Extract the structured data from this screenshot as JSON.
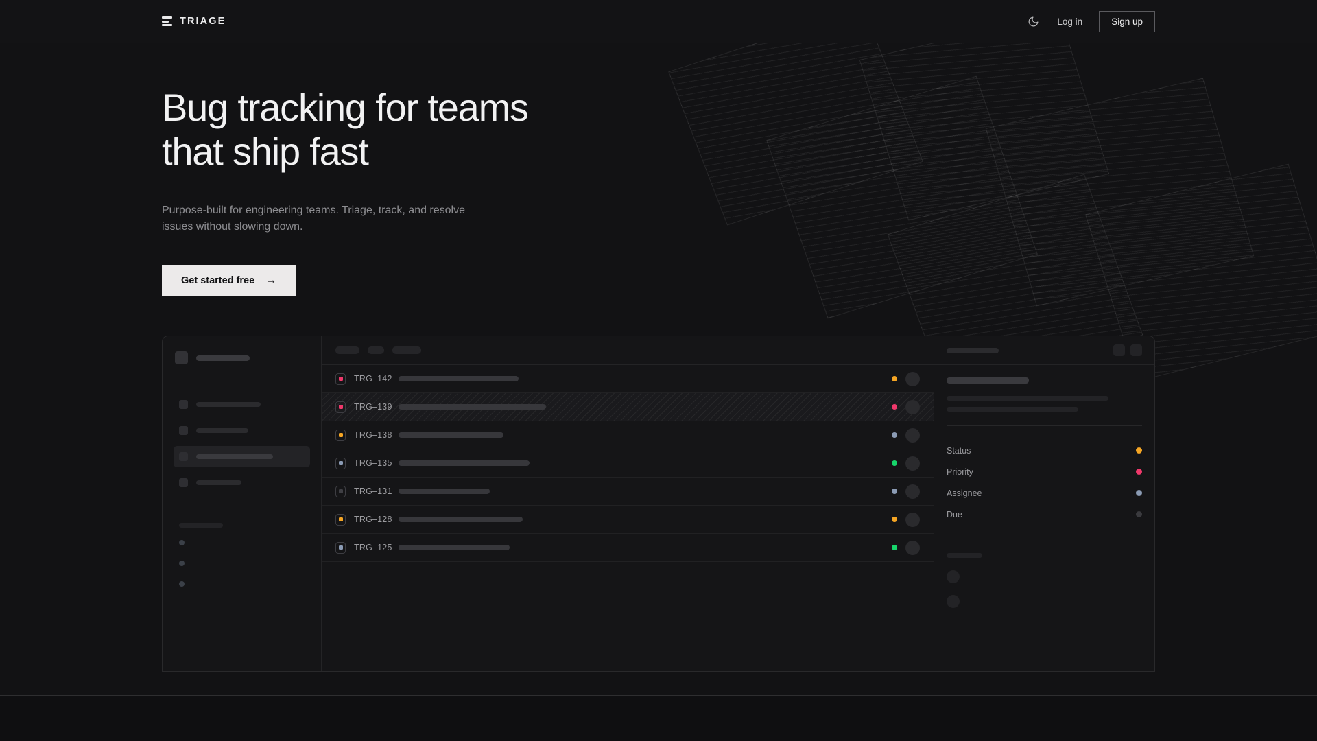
{
  "header": {
    "brand": "TRIAGE",
    "logo_icon": "stacked-bars-icon",
    "theme_toggle_icon": "moon-icon",
    "login_label": "Log in",
    "signup_label": "Sign up"
  },
  "hero": {
    "headline_line1": "Bug tracking for teams",
    "headline_line2": "that ship fast",
    "subtext": "Purpose-built for engineering teams. Triage, track, and resolve issues without slowing down.",
    "cta_label": "Get started free",
    "cta_arrow": "→"
  },
  "colors": {
    "background": "#121214",
    "surface": "#151517",
    "accent_orange": "#f5a524",
    "accent_pink": "#f0386b",
    "accent_green": "#17d56b",
    "accent_slate": "#8b9bb4",
    "accent_muted": "#3a3a3e",
    "cta_bg": "#eceaea",
    "text_primary": "#f2f2f3",
    "text_muted": "#8d8d91"
  },
  "mockup": {
    "sidebar": {
      "logo_placeholder_width": 78,
      "nav_items": [
        {
          "name": "nav-item-1",
          "width": 94,
          "active": false
        },
        {
          "name": "nav-item-2",
          "width": 76,
          "active": false
        },
        {
          "name": "nav-item-3",
          "width": 112,
          "active": true
        },
        {
          "name": "nav-item-4",
          "width": 66,
          "active": false
        }
      ],
      "section_label_width": 64,
      "mini_items": 3
    },
    "list": {
      "filter_chips": [
        35,
        24,
        42
      ],
      "rows": [
        {
          "id": "TRG–142",
          "priority_color": "#f0386b",
          "title_width": 175,
          "status_color": "#f5a524",
          "selected": false
        },
        {
          "id": "TRG–139",
          "priority_color": "#f0386b",
          "title_width": 215,
          "status_color": "#f0386b",
          "selected": true
        },
        {
          "id": "TRG–138",
          "priority_color": "#f5a524",
          "title_width": 153,
          "status_color": "#8b9bb4",
          "selected": false
        },
        {
          "id": "TRG–135",
          "priority_color": "#8b9bb4",
          "title_width": 191,
          "status_color": "#17d56b",
          "selected": false
        },
        {
          "id": "TRG–131",
          "priority_color": "#3f3f44",
          "title_width": 133,
          "status_color": "#8b9bb4",
          "selected": false
        },
        {
          "id": "TRG–128",
          "priority_color": "#f5a524",
          "title_width": 181,
          "status_color": "#f5a524",
          "selected": false
        },
        {
          "id": "TRG–125",
          "priority_color": "#8b9bb4",
          "title_width": 162,
          "status_color": "#17d56b",
          "selected": false
        }
      ]
    },
    "detail": {
      "header_placeholder_width": 76,
      "header_buttons": 2,
      "title_placeholder_width": 120,
      "desc_line_widths": [
        236,
        192
      ],
      "fields": [
        {
          "label": "Status",
          "value_color": "#f5a524"
        },
        {
          "label": "Priority",
          "value_color": "#f0386b"
        },
        {
          "label": "Assignee",
          "value_color": "#8b9bb4"
        },
        {
          "label": "Due",
          "value_color": "#3a3a3e"
        }
      ],
      "comments_label_width": 52,
      "comment_avatars": 2
    }
  }
}
